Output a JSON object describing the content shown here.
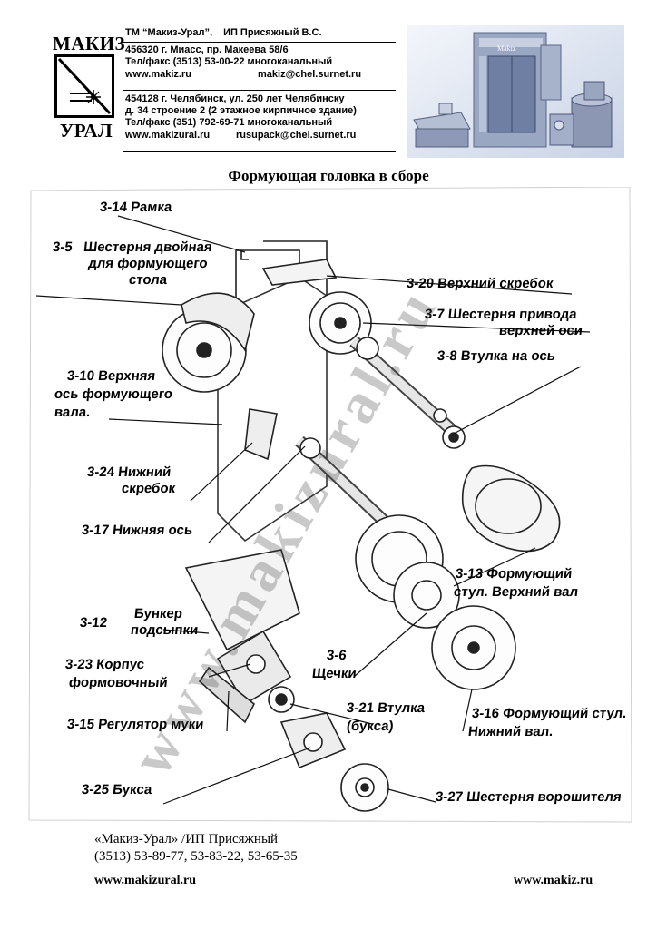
{
  "header": {
    "logo": {
      "top": "МАКИЗ",
      "bottom": "УРАЛ"
    },
    "line1_left": "ТМ “Макиз-Урал”,",
    "line1_right": "ИП Присяжный В.С.",
    "block1": [
      "456320 г. Миасс, пр. Макеева 58/6",
      "Тел/факс (3513) 53-00-22 многоканальный"
    ],
    "block1_site": "www.makiz.ru",
    "block1_email": "makiz@chel.surnet.ru",
    "block2": [
      "454128 г. Челябинск, ул. 250 лет Челябинску",
      "д. 34 строение 2 (2 этажное кирпичное здание)",
      "Тел/факс (351) 792-69-71 многоканальный"
    ],
    "block2_site": "www.makizural.ru",
    "block2_email": "rusupack@chel.surnet.ru"
  },
  "title": "Формующая головка в сборе",
  "watermark": "www.makizural.ru",
  "labels": {
    "l314": "3-14 Рамка",
    "l35a": "3-5",
    "l35b": "Шестерня двойная",
    "l35c": "для формующего",
    "l35d": "стола",
    "l320": "3-20 Верхний скребок",
    "l37a": "3-7 Шестерня привода",
    "l37b": "верхней оси",
    "l38": "3-8 Втулка на ось",
    "l310a": "3-10 Верхняя",
    "l310b": "ось формующего",
    "l310c": "вала.",
    "l324a": "3-24 Нижний",
    "l324b": "скребок",
    "l317": "3-17 Нижняя ось",
    "l313a": "3-13 Формующий",
    "l313b": "стул. Верхний вал",
    "l312": "3-12",
    "l312b": "Бункер",
    "l312c": "подсыпки",
    "l323a": "3-23 Корпус",
    "l323b": "формовочный",
    "l36a": "3-6",
    "l36b": "Щечки",
    "l321a": "3-21 Втулка",
    "l321b": "(букса)",
    "l316a": "3-16 Формующий стул.",
    "l316b": "Нижний вал.",
    "l315": "3-15 Регулятор муки",
    "l325": "3-25 Букса",
    "l327": "3-27 Шестерня ворошителя"
  },
  "footer": {
    "line1": "«Макиз-Урал» /ИП Присяжный",
    "line2": "(3513) 53-89-77, 53-83-22, 53-65-35",
    "url_left": "www.makizural.ru",
    "url_right": "www.makiz.ru"
  }
}
